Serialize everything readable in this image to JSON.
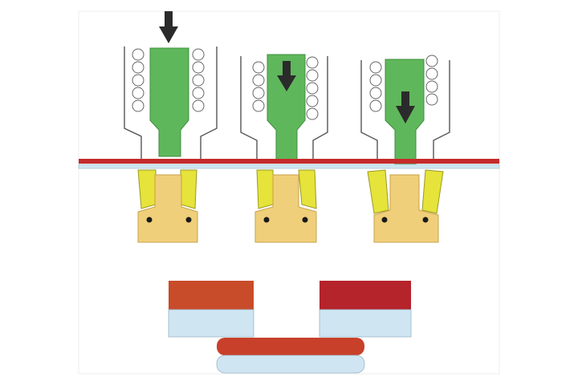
{
  "diagram": {
    "stages": [
      {
        "id": "stage-1",
        "state": "open",
        "arrow": "down"
      },
      {
        "id": "stage-2",
        "state": "partially-closed",
        "arrow": "down"
      },
      {
        "id": "stage-3",
        "state": "closed",
        "arrow": "down"
      }
    ],
    "colors": {
      "background": "#ffffff",
      "frame": "#eeeeee",
      "punch": "#5fb75b",
      "punch_outline": "#3f8f3f",
      "housing": "#555555",
      "spring": "#666666",
      "strip_red": "#c52b2b",
      "strip_blue": "#cfe6f2",
      "jaw": "#e6e33a",
      "jaw_outline": "#9a9a22",
      "block": "#f0cf7a",
      "block_outline": "#c9a24a",
      "arrow": "#2b2b2b",
      "slab_red_left": "#c84b2a",
      "slab_red_right": "#b5232b",
      "slab_blue": "#cfe6f2",
      "slab_outline": "#9bb6c6"
    },
    "icons": [
      "down-arrow-icon",
      "spring-icon",
      "punch-icon",
      "jaw-icon"
    ]
  }
}
